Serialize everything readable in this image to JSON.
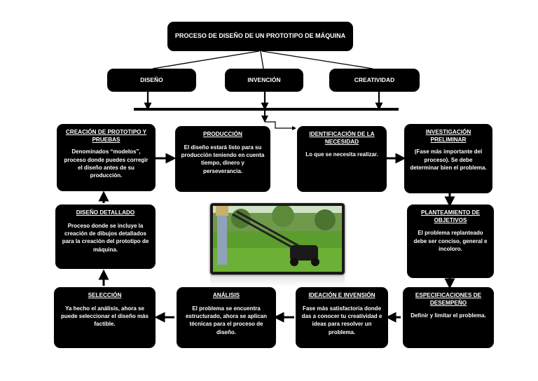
{
  "title": "PROCESO DE DISEÑO DE UN PROTOTIPO DE MÁQUINA",
  "top_categories": [
    "DISEÑO",
    "INVENCIÓN",
    "CREATIVIDAD"
  ],
  "steps": {
    "identificacion": {
      "title": "IDENTIFICACIÓN DE LA NECESIDAD",
      "text": "Lo que se necesita realizar."
    },
    "investigacion": {
      "title": "INVESTIGACIÓN PRELIMINAR",
      "text": "(Fase más importante del proceso). Se debe determinar bien el problema."
    },
    "planteamiento": {
      "title": "PLANTEAMIENTO DE OBJETIVOS",
      "text": "El problema replanteado debe ser conciso, general e incoloro."
    },
    "especificaciones": {
      "title": "ESPECIFICACIONES DE DESEMPEÑO",
      "text": "Definir y limitar el problema."
    },
    "ideacion": {
      "title": "IDEACIÓN E INVENSIÓN",
      "text": "Fase más satisfactoria donde das a conocer tu creatividad e ideas para resolver un problema."
    },
    "analisis": {
      "title": "ANÁLISIS",
      "text": "El problema se encuentra estructurado, ahora se aplican técnicas para el proceso de diseño."
    },
    "seleccion": {
      "title": "SELECCIÓN",
      "text": "Ya hecho el análisis, ahora se puede seleccionar el diseño más factible."
    },
    "diseno_detallado": {
      "title": "DISEÑO DETALLADO",
      "text": "Proceso donde se incluye la creación de dibujos detallados para la creación del prototipo de máquina."
    },
    "creacion_prototipo": {
      "title": "CREACIÓN DE PROTOTIPO Y PRUEBAS",
      "text": "Denominados “modelos”, proceso donde puedes corregir el diseño antes de su producción."
    },
    "produccion": {
      "title": "PRODUCCIÓN",
      "text": "El diseño estará listo para su producción teniendo en cuenta tiempo, dinero y perseverancia."
    }
  },
  "colors": {
    "box": "#000000",
    "text": "#ffffff",
    "grass": "#5c9e2e"
  },
  "image_subject": "lawn-mower-photo"
}
